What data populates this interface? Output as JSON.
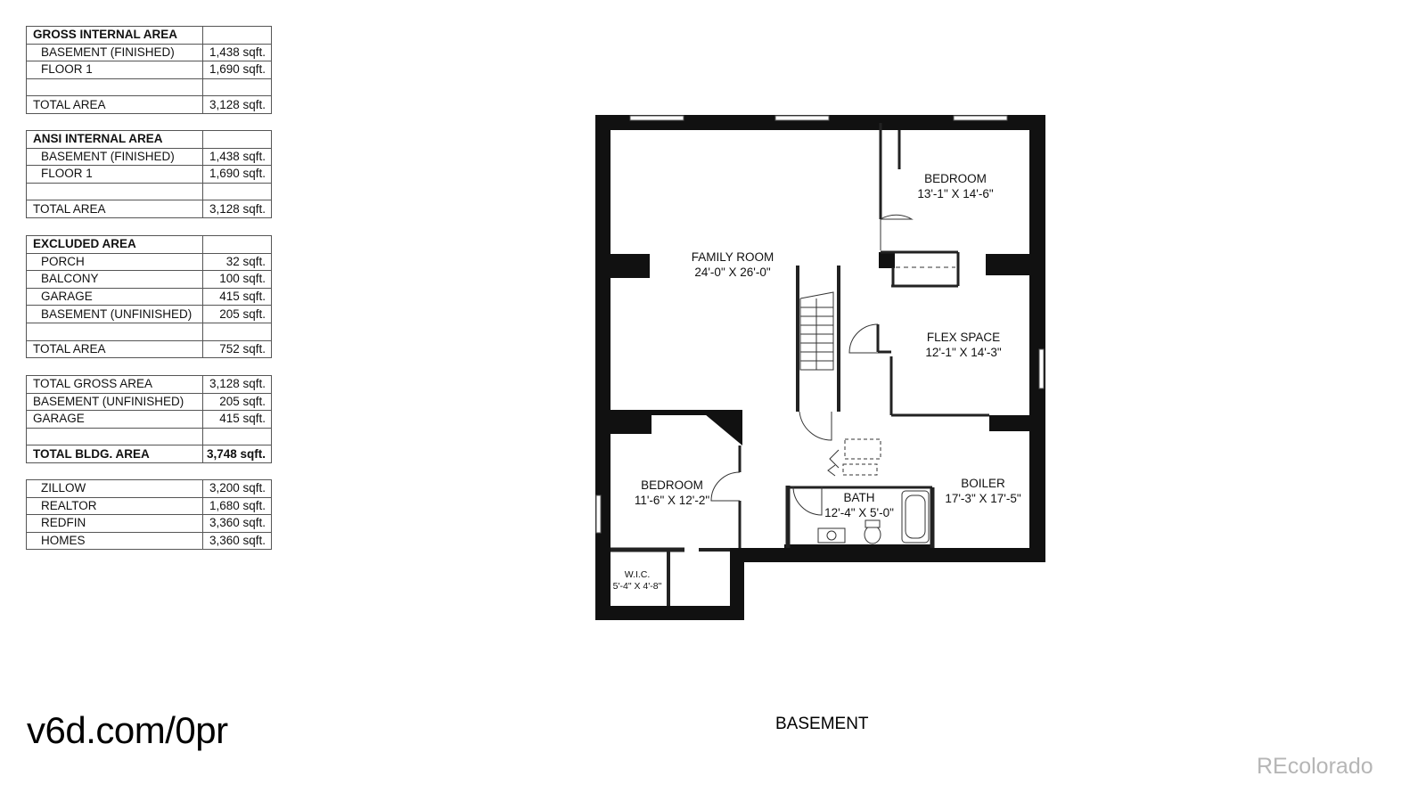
{
  "tables": {
    "gross": {
      "title": "GROSS INTERNAL AREA",
      "rows": [
        {
          "label": "BASEMENT (FINISHED)",
          "value": "1,438 sqft."
        },
        {
          "label": "FLOOR 1",
          "value": "1,690 sqft."
        },
        {
          "label": "",
          "value": ""
        }
      ],
      "total_label": "TOTAL AREA",
      "total_value": "3,128 sqft."
    },
    "ansi": {
      "title": "ANSI INTERNAL AREA",
      "rows": [
        {
          "label": "BASEMENT (FINISHED)",
          "value": "1,438 sqft."
        },
        {
          "label": "FLOOR 1",
          "value": "1,690 sqft."
        },
        {
          "label": "",
          "value": ""
        }
      ],
      "total_label": "TOTAL AREA",
      "total_value": "3,128 sqft."
    },
    "excluded": {
      "title": "EXCLUDED AREA",
      "rows": [
        {
          "label": "PORCH",
          "value": "32 sqft."
        },
        {
          "label": "BALCONY",
          "value": "100 sqft."
        },
        {
          "label": "GARAGE",
          "value": "415 sqft."
        },
        {
          "label": "BASEMENT (UNFINISHED)",
          "value": "205 sqft."
        },
        {
          "label": "",
          "value": ""
        }
      ],
      "total_label": "TOTAL AREA",
      "total_value": "752 sqft."
    },
    "summary": {
      "rows": [
        {
          "label": "TOTAL GROSS AREA",
          "value": "3,128 sqft."
        },
        {
          "label": "BASEMENT (UNFINISHED)",
          "value": "205 sqft."
        },
        {
          "label": "GARAGE",
          "value": "415 sqft."
        },
        {
          "label": "",
          "value": ""
        }
      ],
      "total_label": "TOTAL BLDG. AREA",
      "total_value": "3,748 sqft."
    },
    "estimates": {
      "rows": [
        {
          "label": "ZILLOW",
          "value": "3,200 sqft."
        },
        {
          "label": "REALTOR",
          "value": "1,680 sqft."
        },
        {
          "label": "REDFIN",
          "value": "3,360 sqft."
        },
        {
          "label": "HOMES",
          "value": "3,360 sqft."
        }
      ]
    }
  },
  "rooms": {
    "family_room": {
      "name": "FAMILY ROOM",
      "dims": "24'-0\" X 26'-0\""
    },
    "bedroom_ne": {
      "name": "BEDROOM",
      "dims": "13'-1\" X 14'-6\""
    },
    "flex_space": {
      "name": "FLEX SPACE",
      "dims": "12'-1\" X 14'-3\""
    },
    "bedroom_sw": {
      "name": "BEDROOM",
      "dims": "11'-6\" X 12'-2\""
    },
    "bath": {
      "name": "BATH",
      "dims": "12'-4\" X 5'-0\""
    },
    "boiler": {
      "name": "BOILER",
      "dims": "17'-3\" X 17'-5\""
    },
    "wic": {
      "name": "W.I.C.",
      "dims": "5'-4\" X 4'-8\""
    }
  },
  "footer": {
    "short_url": "v6d.com/0pr",
    "floor_name": "BASEMENT",
    "watermark": "REcolorado"
  },
  "colors": {
    "wall": "#111111",
    "line": "#333333",
    "watermark": "#b6b6b6"
  }
}
